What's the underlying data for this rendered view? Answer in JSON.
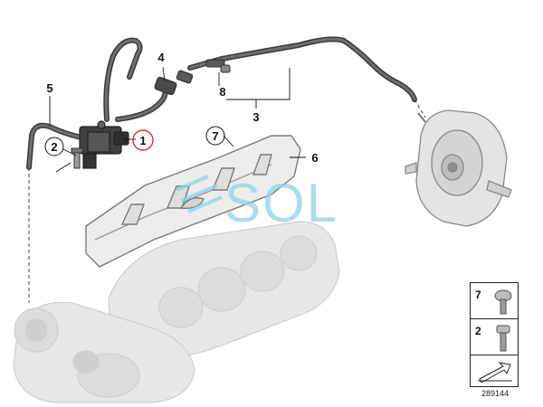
{
  "diagram": {
    "callouts": {
      "c1": "1",
      "c2": "2",
      "c3": "3",
      "c4": "4",
      "c5": "5",
      "c6": "6",
      "c7": "7",
      "c8": "8"
    },
    "highlight_color": "#d9302b",
    "watermark": "SOL",
    "watermark_color": "#8fd4e6",
    "diagram_id": "289144"
  },
  "legend": {
    "items": [
      {
        "label": "7",
        "icon": "screw-round-head-icon"
      },
      {
        "label": "2",
        "icon": "screw-hex-head-icon"
      }
    ],
    "footer_icon": "direction-arrow-icon"
  }
}
